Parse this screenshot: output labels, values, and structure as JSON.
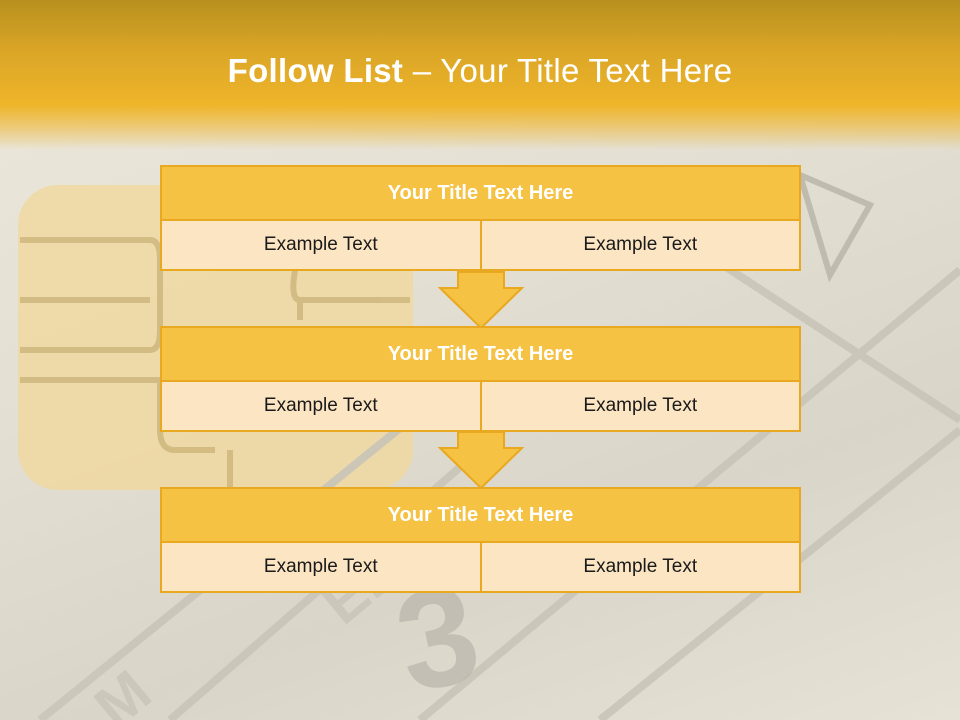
{
  "header": {
    "title_bold": "Follow List",
    "title_separator": " – ",
    "title_rest": "Your Title Text Here"
  },
  "steps": [
    {
      "title": "Your Title Text Here",
      "cells": [
        "Example Text",
        "Example Text"
      ]
    },
    {
      "title": "Your Title Text Here",
      "cells": [
        "Example Text",
        "Example Text"
      ]
    },
    {
      "title": "Your Title Text Here",
      "cells": [
        "Example Text",
        "Example Text"
      ]
    }
  ],
  "colors": {
    "accent": "#f5c244",
    "accent_border": "#e8a920",
    "cell_fill": "#fce5c3",
    "header_dark": "#b8901e"
  }
}
